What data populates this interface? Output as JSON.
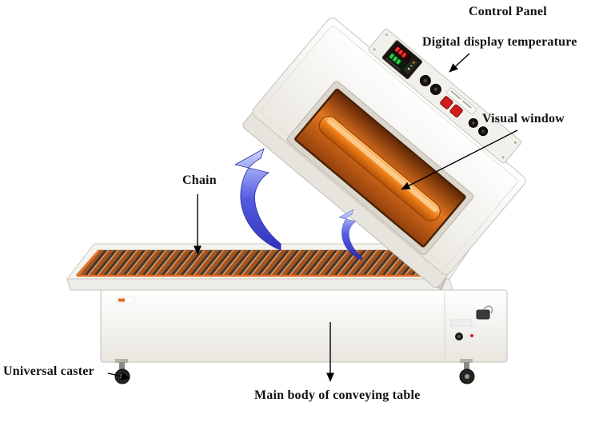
{
  "labels": {
    "control_panel": "Control Panel",
    "digital_display_temperature": "Digital display temperature",
    "visual_window": "Visual window",
    "chain": "Chain",
    "universal_caster": "Universal caster",
    "main_body": "Main body of conveying table"
  },
  "colors": {
    "annotation_text": "#111111",
    "window_glow": "#e4761f",
    "heater_bar": "#f08018",
    "swirl_blue": "#4a52e0",
    "roller_brown": "#a4551f",
    "display_red": "#ff2d2d",
    "display_green": "#2ecc40",
    "machine_white": "#f8f7f4"
  }
}
